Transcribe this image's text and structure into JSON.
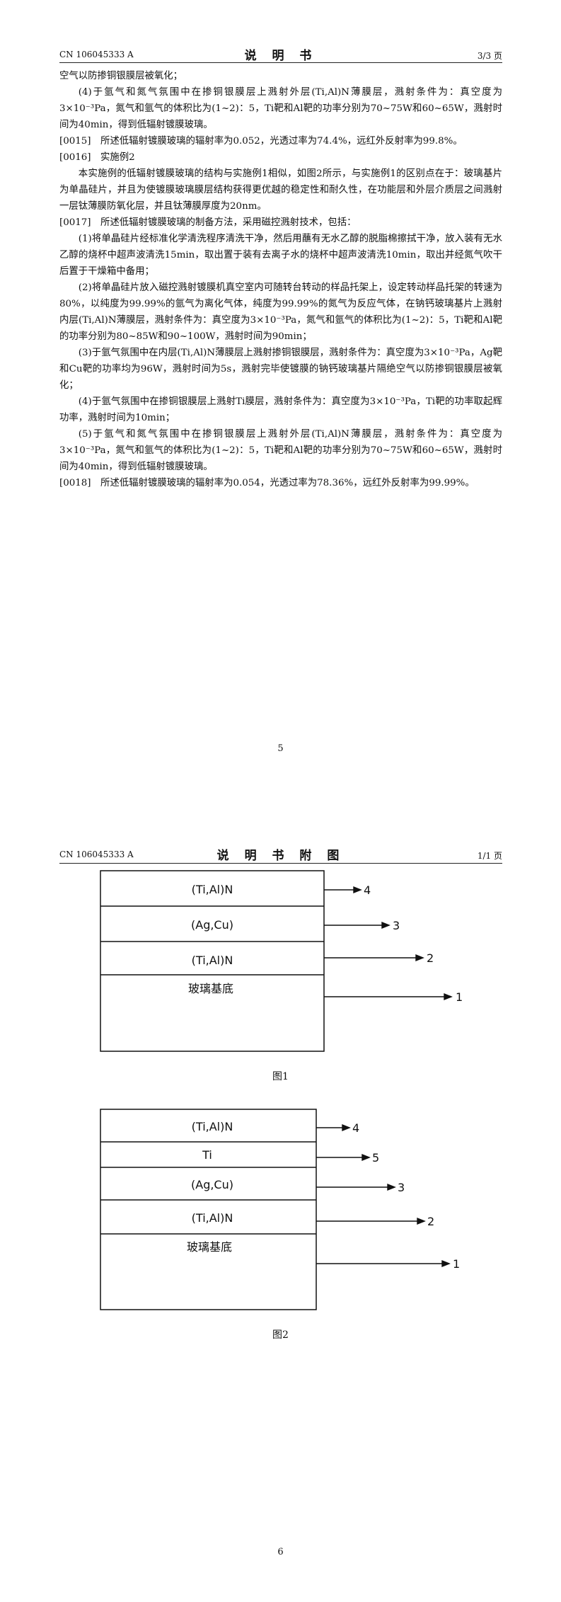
{
  "page1": {
    "header": {
      "left": "CN 106045333 A",
      "center": "说 明 书",
      "right": "3/3 页"
    },
    "lines": [
      "空气以防掺铜银膜层被氧化；",
      "(4)于氩气和氮气氛围中在掺铜银膜层上溅射外层(Ti,Al)N薄膜层，溅射条件为：真空度为3×10⁻³Pa，氮气和氩气的体积比为(1~2)：5，Ti靶和Al靶的功率分别为70~75W和60~65W，溅射时间为40min，得到低辐射镀膜玻璃。",
      "所述低辐射镀膜玻璃的辐射率为0.052，光透过率为74.4%，远红外反射率为99.8%。",
      "实施例2",
      "本实施例的低辐射镀膜玻璃的结构与实施例1相似，如图2所示，与实施例1的区别点在于：玻璃基片为单晶硅片，并且为使镀膜玻璃膜层结构获得更优越的稳定性和耐久性，在功能层和外层介质层之间溅射一层钛薄膜防氧化层，并且钛薄膜厚度为20nm。",
      "所述低辐射镀膜玻璃的制备方法，采用磁控溅射技术，包括：",
      "(1)将单晶硅片经标准化学清洗程序清洗干净，然后用蘸有无水乙醇的脱脂棉擦拭干净，放入装有无水乙醇的烧杯中超声波清洗15min，取出置于装有去离子水的烧杯中超声波清洗10min，取出并经氮气吹干后置于干燥箱中备用；",
      "(2)将单晶硅片放入磁控溅射镀膜机真空室内可随转台转动的样品托架上，设定转动样品托架的转速为80%，以纯度为99.99%的氩气为离化气体，纯度为99.99%的氮气为反应气体，在钠钙玻璃基片上溅射内层(Ti,Al)N薄膜层，溅射条件为：真空度为3×10⁻³Pa，氮气和氩气的体积比为(1~2)：5，Ti靶和Al靶的功率分别为80~85W和90~100W，溅射时间为90min；",
      "(3)于氩气氛围中在内层(Ti,Al)N薄膜层上溅射掺铜银膜层，溅射条件为：真空度为3×10⁻³Pa，Ag靶和Cu靶的功率均为96W，溅射时间为5s，溅射完毕使镀膜的钠钙玻璃基片隔绝空气以防掺铜银膜层被氧化；",
      "(4)于氩气氛围中在掺铜银膜层上溅射Ti膜层，溅射条件为：真空度为3×10⁻³Pa，Ti靶的功率取起辉功率，溅射时间为10min；",
      "(5)于氩气和氮气氛围中在掺铜银膜层上溅射外层(Ti,Al)N薄膜层，溅射条件为：真空度为3×10⁻³Pa，氮气和氩气的体积比为(1~2)：5，Ti靶和Al靶的功率分别为70~75W和60~65W，溅射时间为40min，得到低辐射镀膜玻璃。",
      "所述低辐射镀膜玻璃的辐射率为0.054，光透过率为78.36%，远红外反射率为99.99%。"
    ],
    "para_ids": [
      "[0015]",
      "[0016]",
      "[0017]",
      "[0018]"
    ],
    "page_number": "5"
  },
  "page2": {
    "header": {
      "left": "CN 106045333 A",
      "center": "说 明 书 附 图",
      "right": "1/1 页"
    },
    "fig1": {
      "layers": [
        "(Ti,Al)N",
        "(Ag,Cu)",
        "(Ti,Al)N",
        "玻璃基底"
      ],
      "refs": [
        "4",
        "3",
        "2",
        "1"
      ],
      "caption": "图1"
    },
    "fig2": {
      "layers": [
        "(Ti,Al)N",
        "Ti",
        "(Ag,Cu)",
        "(Ti,Al)N",
        "玻璃基底"
      ],
      "refs": [
        "4",
        "5",
        "3",
        "2",
        "1"
      ],
      "caption": "图2"
    },
    "page_number": "6"
  }
}
